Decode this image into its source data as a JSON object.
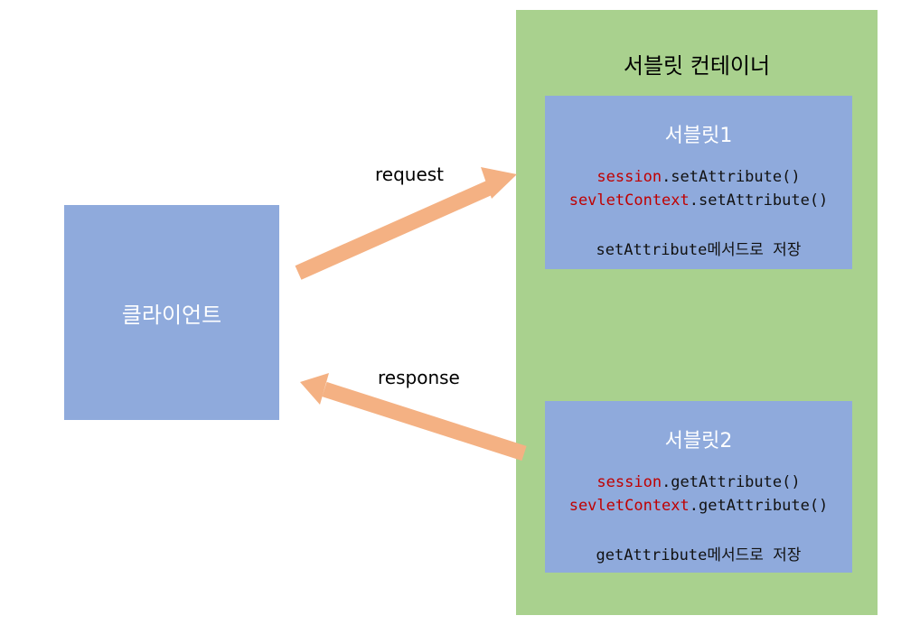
{
  "client": {
    "label": "클라이언트"
  },
  "container": {
    "title": "서블릿 컨테이너"
  },
  "servlet1": {
    "title": "서블릿1",
    "line1": {
      "obj": "session",
      "call": ".setAttribute()"
    },
    "line2": {
      "obj": "sevletContext",
      "call": ".setAttribute()"
    },
    "note": "setAttribute메서드로 저장"
  },
  "servlet2": {
    "title": "서블릿2",
    "line1": {
      "obj": "session",
      "call": ".getAttribute()"
    },
    "line2": {
      "obj": "sevletContext",
      "call": ".getAttribute()"
    },
    "note": "getAttribute메서드로 저장"
  },
  "arrows": {
    "request_label": "request",
    "response_label": "response"
  },
  "colors": {
    "box_blue": "#8FAADC",
    "container_green": "#A9D18E",
    "arrow_orange": "#F4B183",
    "code_object_red": "#C00000"
  }
}
